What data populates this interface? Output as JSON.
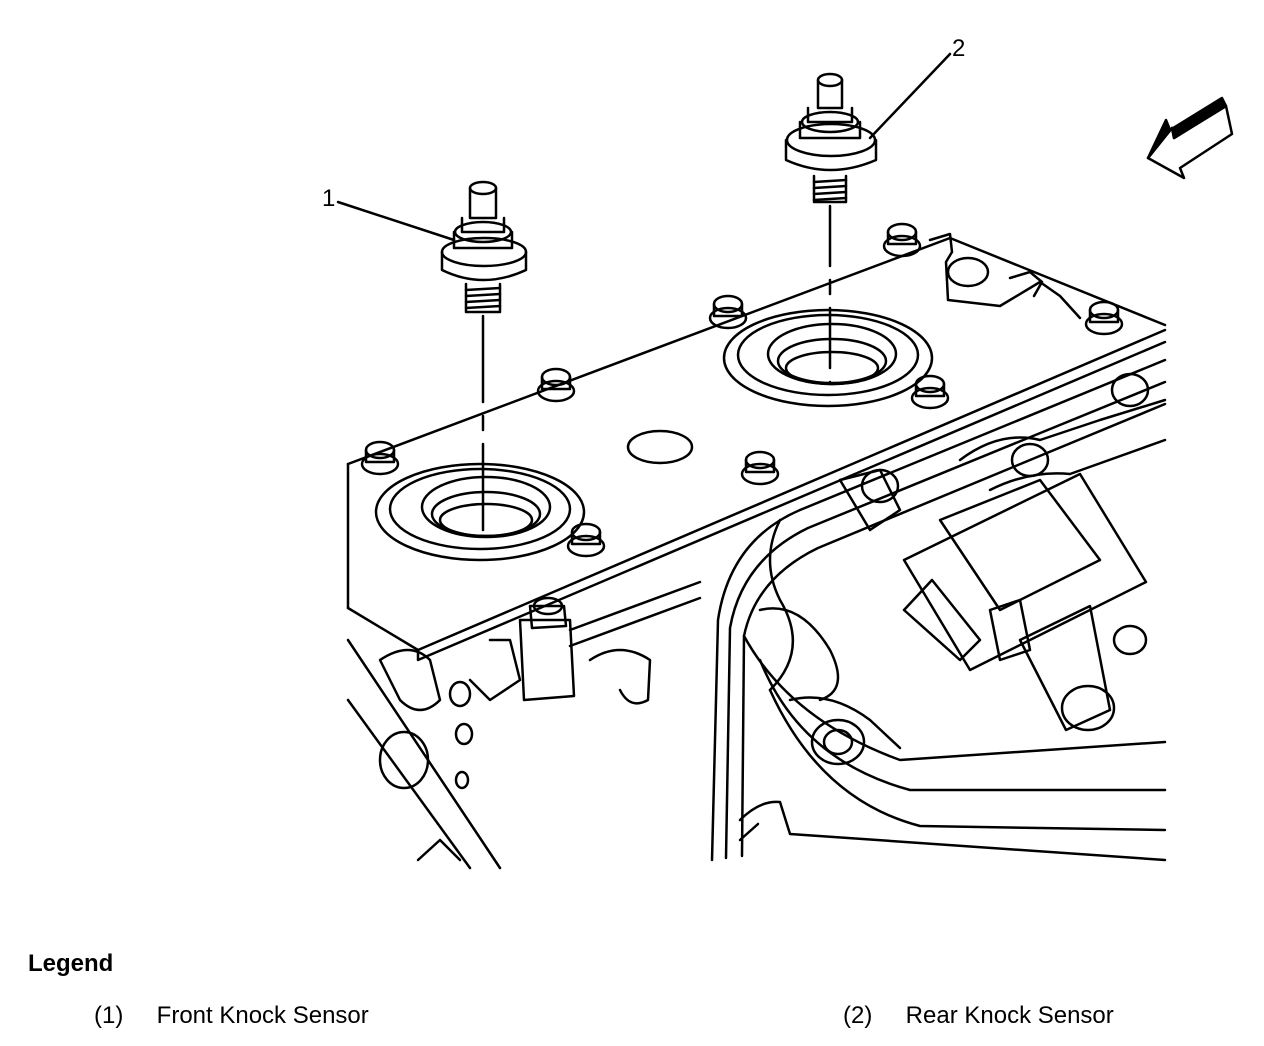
{
  "callouts": [
    {
      "number": "1"
    },
    {
      "number": "2"
    }
  ],
  "legend": {
    "title": "Legend",
    "items": [
      {
        "number": "(1)",
        "label": "Front Knock Sensor"
      },
      {
        "number": "(2)",
        "label": "Rear Knock Sensor"
      }
    ]
  },
  "icons": [
    "direction-arrow-icon"
  ],
  "colors": {
    "ink": "#000000",
    "background": "#ffffff"
  }
}
